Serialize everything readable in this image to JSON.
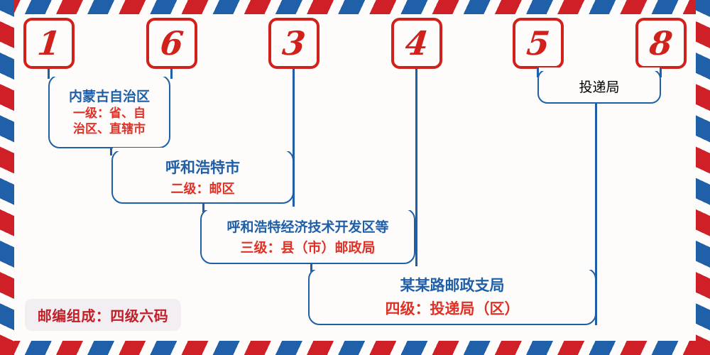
{
  "envelope": {
    "style": "airmail-border",
    "colors": {
      "red": "#cf2027",
      "blue": "#2060a8",
      "paper": "#fdfcfb",
      "text_blue": "#1f5fa8",
      "text_red": "#e03127",
      "badge_bg": "#f3eef1",
      "badge_text": "#c12029"
    }
  },
  "postcode": {
    "digits": [
      "1",
      "6",
      "3",
      "4",
      "5",
      "8"
    ]
  },
  "callouts": [
    {
      "id": "level-1",
      "name_line": "内蒙古自治区",
      "level_line": "一级：省、自\n治区、直辖市",
      "level_line_parts": [
        "一级：省、自",
        "治区、直辖市"
      ]
    },
    {
      "id": "level-2",
      "name_line": "呼和浩特市",
      "level_line": "二级：邮区"
    },
    {
      "id": "level-3",
      "name_line": "呼和浩特经济技术开发区等",
      "level_line": "三级：县（市）邮政局"
    },
    {
      "id": "level-4",
      "name_line": "某某路邮政支局",
      "level_line": "四级：投递局（区）"
    }
  ],
  "delivery_bracket": {
    "label": "投递局"
  },
  "legend": {
    "text": "邮编组成：四级六码"
  }
}
